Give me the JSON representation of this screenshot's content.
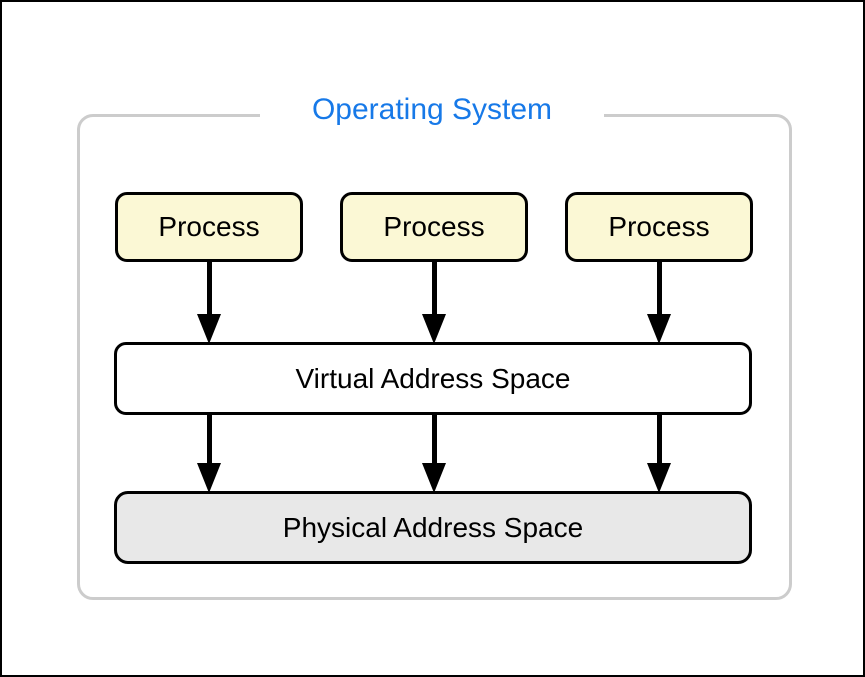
{
  "diagram": {
    "type": "block-diagram",
    "title": "Operating System",
    "processes": [
      {
        "id": "process-1",
        "label": "Process"
      },
      {
        "id": "process-2",
        "label": "Process"
      },
      {
        "id": "process-3",
        "label": "Process"
      }
    ],
    "layers": [
      {
        "id": "virtual-address-space",
        "label": "Virtual Address Space"
      },
      {
        "id": "physical-address-space",
        "label": "Physical Address Space"
      }
    ],
    "connections": [
      {
        "from": "process-1",
        "to": "virtual-address-space",
        "style": "solid-arrow"
      },
      {
        "from": "process-2",
        "to": "virtual-address-space",
        "style": "solid-arrow"
      },
      {
        "from": "process-3",
        "to": "virtual-address-space",
        "style": "solid-arrow"
      },
      {
        "from": "virtual-address-space",
        "to": "physical-address-space",
        "style": "solid-arrow"
      },
      {
        "from": "virtual-address-space",
        "to": "physical-address-space",
        "style": "solid-arrow"
      },
      {
        "from": "virtual-address-space",
        "to": "physical-address-space",
        "style": "solid-arrow"
      }
    ],
    "colors": {
      "title_text": "#1779e8",
      "process_fill": "#fbf8d5",
      "virtual_fill": "#ffffff",
      "physical_fill": "#e8e8e8",
      "box_border": "#000000",
      "container_border": "#cccccc",
      "arrow": "#000000",
      "page_border": "#000000",
      "background": "#ffffff"
    }
  }
}
